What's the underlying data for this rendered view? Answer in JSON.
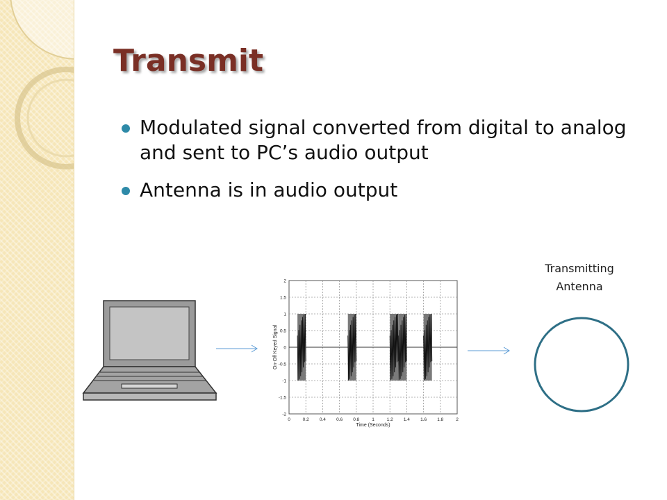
{
  "slide": {
    "title": "Transmit",
    "bullets": [
      "Modulated signal converted from digital to analog and sent to PC’s audio output",
      "Antenna is in audio output"
    ],
    "antenna_label_line1": "Transmitting",
    "antenna_label_line2": "Antenna"
  },
  "colors": {
    "title": "#7a2f25",
    "bullet": "#2e8aa8",
    "arrow": "#5b9bd5",
    "antenna_ring": "#2e6f86",
    "sidebar": "#f6e6b8"
  },
  "chart_data": {
    "type": "line",
    "xlabel": "Time (Seconds)",
    "ylabel": "On-Off Keyed Signal",
    "xlim": [
      0,
      2
    ],
    "ylim": [
      -2,
      2
    ],
    "xticks": [
      "0",
      "0.2",
      "0.4",
      "0.6",
      "0.8",
      "1",
      "1.2",
      "1.4",
      "1.6",
      "1.8",
      "2"
    ],
    "yticks": [
      "2",
      "1.5",
      "1",
      "0.5",
      "0",
      "-0.5",
      "-1",
      "-1.5",
      "-2"
    ],
    "xtick_values": [
      0,
      0.2,
      0.4,
      0.6,
      0.8,
      1.0,
      1.2,
      1.4,
      1.6,
      1.8,
      2.0
    ],
    "ytick_values": [
      2,
      1.5,
      1,
      0.5,
      0,
      -0.5,
      -1,
      -1.5,
      -2
    ],
    "grid": true,
    "baseline": 0,
    "amplitude": 1,
    "bursts": [
      {
        "start": 0.1,
        "end": 0.2
      },
      {
        "start": 0.7,
        "end": 0.8
      },
      {
        "start": 1.2,
        "end": 1.3
      },
      {
        "start": 1.3,
        "end": 1.4
      },
      {
        "start": 1.6,
        "end": 1.7
      }
    ]
  }
}
